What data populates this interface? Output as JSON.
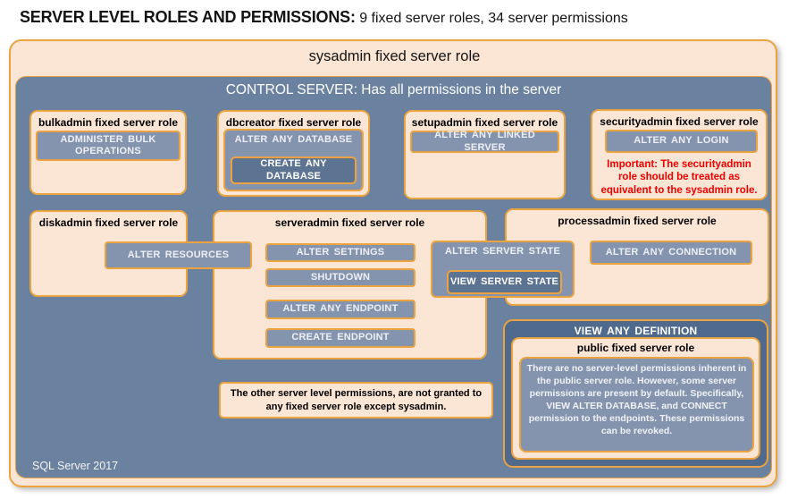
{
  "colors": {
    "peach": "#FBE5D4",
    "gold": "#EBA33F",
    "slate": "#6A81A0",
    "btn": "#8594AE",
    "btnDark": "#5D7392",
    "panelDark": "#4F6A8C",
    "btnText": "#EDEFF4",
    "red": "#EE0000"
  },
  "title": {
    "main": "SERVER LEVEL ROLES AND PERMISSIONS:",
    "sub": " 9 fixed server roles, 34 server permissions"
  },
  "sysadmin": {
    "title": "sysadmin fixed server role"
  },
  "control_server": {
    "title": "CONTROL SERVER: Has all permissions in the server"
  },
  "roles": {
    "bulkadmin": {
      "title": "bulkadmin fixed server role",
      "permission": "ADMINISTER BULK OPERATIONS"
    },
    "dbcreator": {
      "title": "dbcreator fixed server role",
      "outer_permission": "ALTER ANY DATABASE",
      "inner_permission": "CREATE ANY DATABASE"
    },
    "setupadmin": {
      "title": "setupadmin fixed server role",
      "permission": "ALTER ANY LINKED SERVER"
    },
    "securityadmin": {
      "title": "securityadmin fixed server role",
      "permission": "ALTER ANY LOGIN",
      "warning": "Important: The securityadmin role should be treated as equivalent to the sysadmin role."
    },
    "diskadmin": {
      "title": "diskadmin fixed server role",
      "permission": "ALTER RESOURCES"
    },
    "serveradmin": {
      "title": "serveradmin fixed server role",
      "permissions": [
        "ALTER SETTINGS",
        "SHUTDOWN",
        "ALTER ANY ENDPOINT",
        "CREATE ENDPOINT"
      ]
    },
    "processadmin": {
      "title": "processadmin fixed server role",
      "permission": "ALTER ANY CONNECTION"
    },
    "public": {
      "wrapper_permission": "VIEW ANY DEFINITION",
      "title": "public fixed server role",
      "description": "There are no server-level permissions inherent in the public server role. However, some server permissions are present by default. Specifically, VIEW ALTER DATABASE, and CONNECT permission to the endpoints. These permissions can be revoked."
    }
  },
  "shared": {
    "alter_server_state": {
      "outer": "ALTER SERVER STATE",
      "inner": "VIEW SERVER STATE"
    }
  },
  "note": "The other server level permissions, are not granted to any fixed server role except sysadmin.",
  "footer": "SQL Server 2017"
}
